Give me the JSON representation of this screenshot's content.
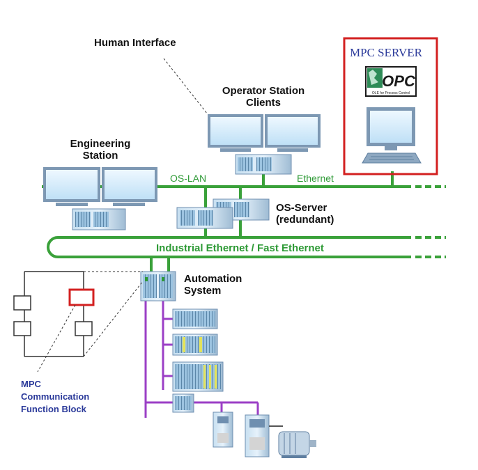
{
  "labels": {
    "human_interface": "Human Interface",
    "operator_station": "Operator Station\nClients",
    "engineering_station": "Engineering\nStation",
    "os_lan": "OS-LAN",
    "ethernet": "Ethernet",
    "os_server": "OS-Server\n(redundant)",
    "industrial_ethernet": "Industrial Ethernet / Fast Ethernet",
    "automation_system": "Automation\nSystem",
    "mpc_server": "MPC SERVER",
    "mpc_block": "MPC\nCommunication\nFunction Block"
  },
  "opc_logo": {
    "text": "OPC",
    "subtitle": "OLE for Process Control"
  },
  "colors": {
    "network_green": "#3aa13a",
    "fieldbus_purple": "#9b3fc6",
    "highlight_red": "#d32020",
    "label_blue": "#2b3a9a",
    "monitor_frame": "#6f8fb0",
    "monitor_screen": "#cfe8fb"
  }
}
